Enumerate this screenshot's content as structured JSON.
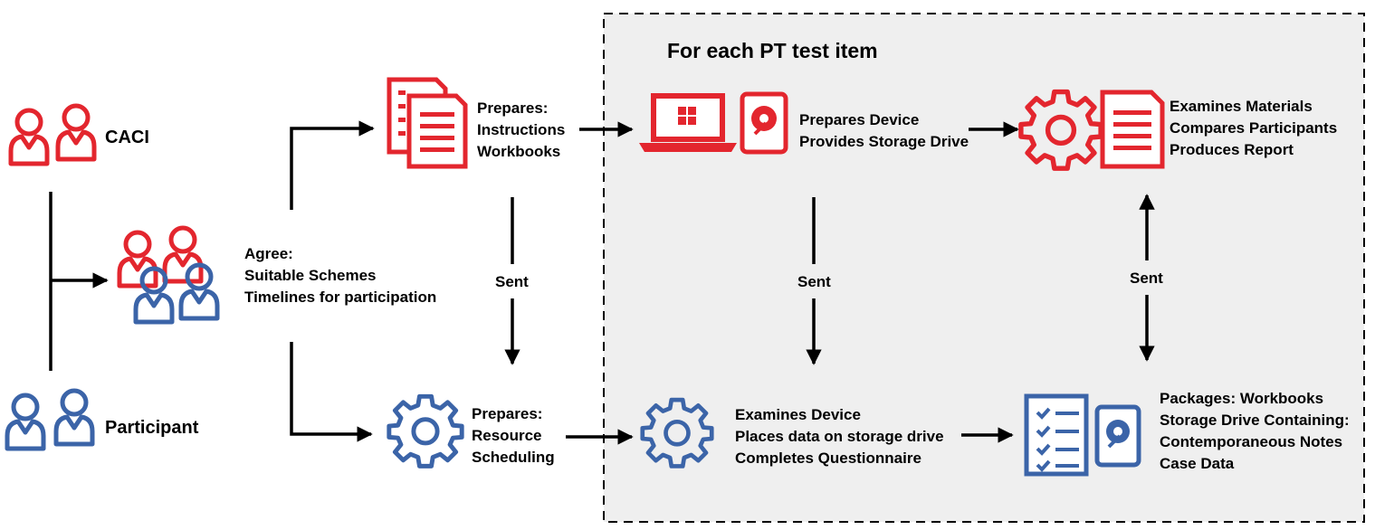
{
  "section": {
    "title": "For each PT test item"
  },
  "actors": {
    "caci": "CACI",
    "participant": "Participant"
  },
  "agree": [
    "Agree:",
    "Suitable Schemes",
    "Timelines for participation"
  ],
  "caci_prepares": [
    "Prepares:",
    "Instructions",
    "Workbooks"
  ],
  "participant_prepares": [
    "Prepares:",
    "Resource",
    "Scheduling"
  ],
  "device_prepares": [
    "Prepares Device",
    "Provides Storage Drive"
  ],
  "examines_device": [
    "Examines Device",
    "Places data on storage drive",
    "Completes Questionnaire"
  ],
  "examines_materials": [
    "Examines Materials",
    "Compares Participants",
    "Produces Report"
  ],
  "packages": [
    "Packages: Workbooks",
    "Storage Drive Containing:",
    "Contemporaneous Notes",
    "Case Data"
  ],
  "sent_labels": [
    "Sent",
    "Sent",
    "Sent"
  ],
  "colors": {
    "caci_red": "#e3262e",
    "participant_blue": "#3b64a8",
    "section_bg": "#efefef"
  },
  "icons": [
    "people-icon",
    "documents-icon",
    "laptop-icon",
    "hard-drive-icon",
    "gear-icon",
    "checklist-icon"
  ]
}
